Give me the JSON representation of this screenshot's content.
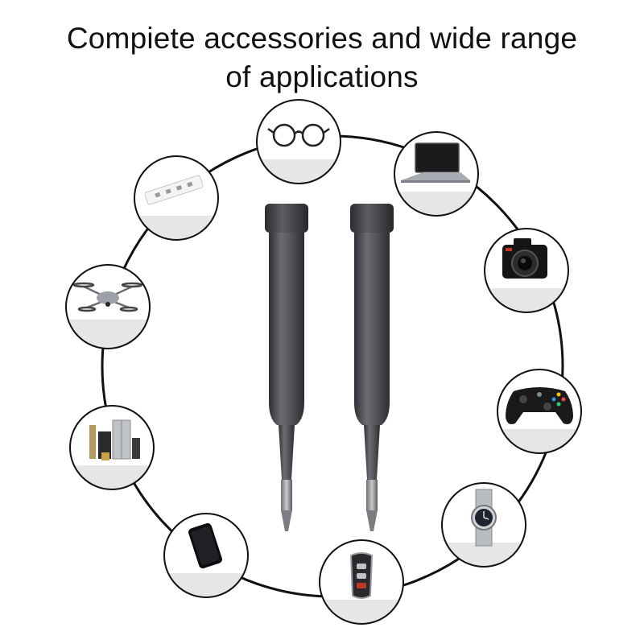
{
  "headline": {
    "line1": "Compiete accessories and wide range",
    "line2": "of applications"
  },
  "colors": {
    "ring": "#111111",
    "badge_bottom": "#e6e6e6",
    "screwdriver_body": "#55575d",
    "screwdriver_dark": "#3a3c41"
  },
  "applications": [
    {
      "icon": "eyeglasses-icon"
    },
    {
      "icon": "laptop-icon"
    },
    {
      "icon": "camera-icon"
    },
    {
      "icon": "game-controller-icon"
    },
    {
      "icon": "wristwatch-icon"
    },
    {
      "icon": "car-key-fob-icon"
    },
    {
      "icon": "smartphone-icon"
    },
    {
      "icon": "home-appliances-icon"
    },
    {
      "icon": "drone-icon"
    },
    {
      "icon": "power-strip-icon"
    }
  ],
  "product": {
    "icon": "precision-screwdriver-icon",
    "count": 2
  }
}
